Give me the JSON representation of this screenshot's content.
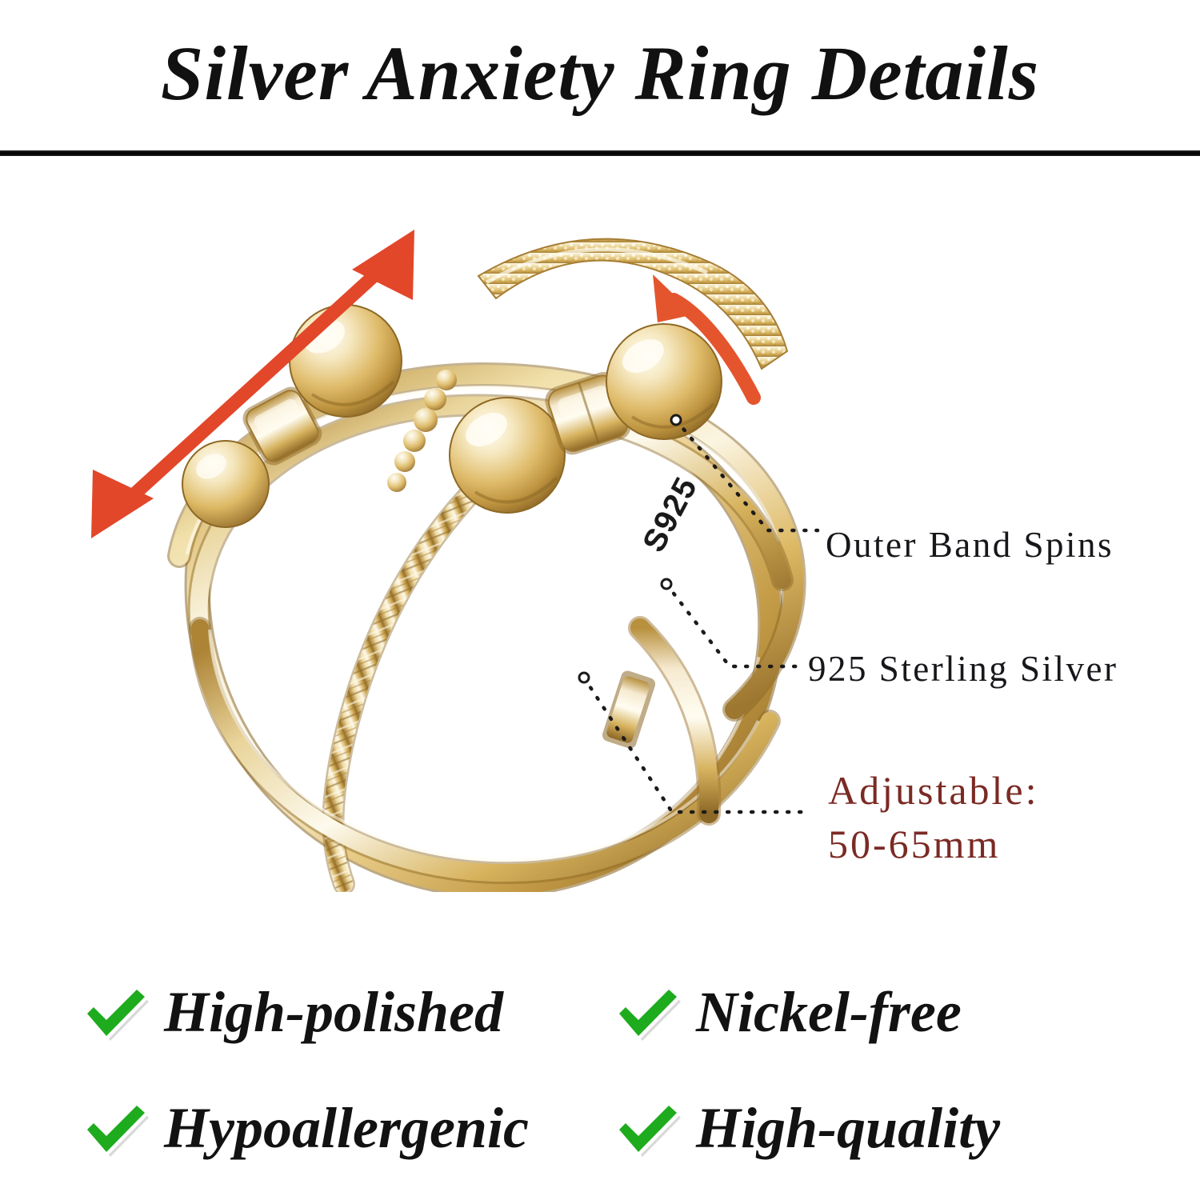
{
  "header": {
    "title": "Silver Anxiety Ring Details",
    "divider_color": "#000000"
  },
  "product": {
    "engraving": "S925",
    "metal_tone_colors": {
      "highlight": "#fbf6e2",
      "light": "#f0dfae",
      "mid": "#ddbd6e",
      "deep": "#c49a45",
      "shadow": "#9d7630"
    }
  },
  "annotations": {
    "arrow_color": "#e2472a",
    "leader_color": "#1d1b1a",
    "items": [
      {
        "id": "outer-band-spins",
        "label": "Outer Band Spins",
        "color": "#17161a"
      },
      {
        "id": "sterling-silver",
        "label": "925 Sterling Silver",
        "color": "#17161a"
      },
      {
        "id": "adjustable",
        "label_line1": "Adjustable:",
        "label_line2": "50-65mm",
        "color": "#7b2a24"
      }
    ]
  },
  "features": {
    "check_color": "#1eab1e",
    "rows": [
      [
        {
          "icon": "check-icon",
          "label": "High-polished"
        },
        {
          "icon": "check-icon",
          "label": "Nickel-free"
        }
      ],
      [
        {
          "icon": "check-icon",
          "label": "Hypoallergenic"
        },
        {
          "icon": "check-icon",
          "label": "High-quality"
        }
      ]
    ]
  }
}
